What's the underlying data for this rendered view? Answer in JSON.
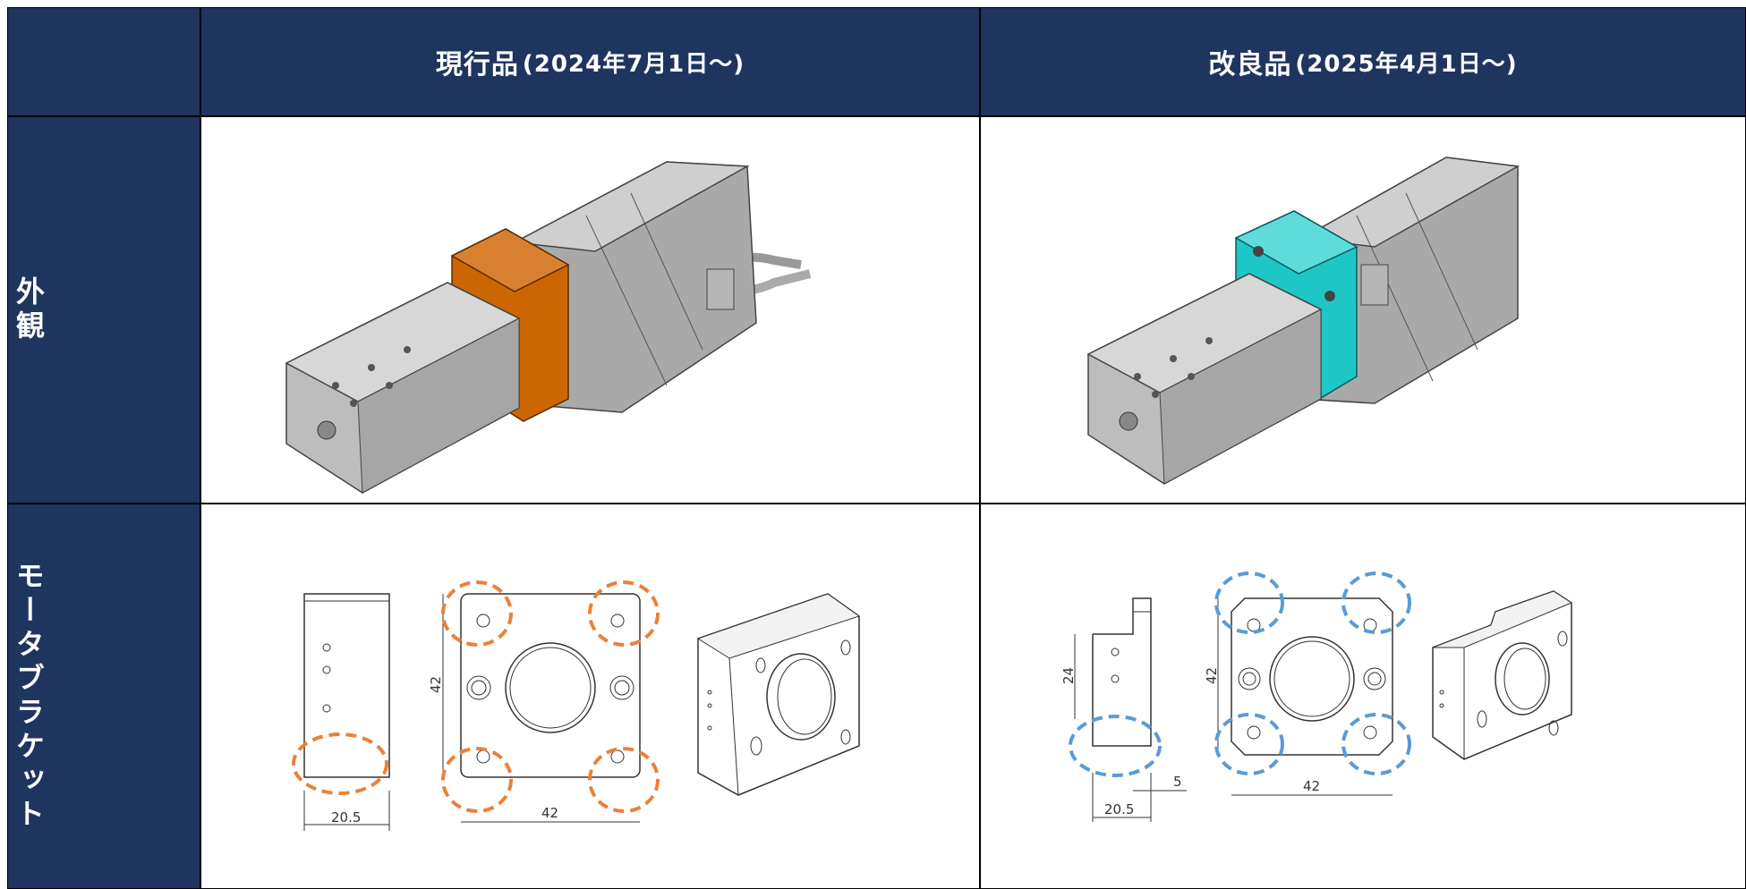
{
  "table": {
    "columns": [
      {
        "title": "現行品",
        "date": "(2024年7月1日～)"
      },
      {
        "title": "改良品",
        "date": "(2025年4月1日～)"
      }
    ],
    "rows": [
      {
        "label": "外観"
      },
      {
        "label": "モータブラケット"
      }
    ]
  },
  "drawings": {
    "current": {
      "width_side": "20.5",
      "height": "42",
      "width_front": "42"
    },
    "improved": {
      "height_side": "24",
      "width_side": "20.5",
      "offset": "5",
      "height": "42",
      "width_front": "42"
    }
  },
  "colors": {
    "header_bg": "#1e3560",
    "current_bracket": "#cc6600",
    "improved_bracket": "#1fc6c6",
    "current_highlight": "#e8823a",
    "improved_highlight": "#5a9bd5"
  }
}
